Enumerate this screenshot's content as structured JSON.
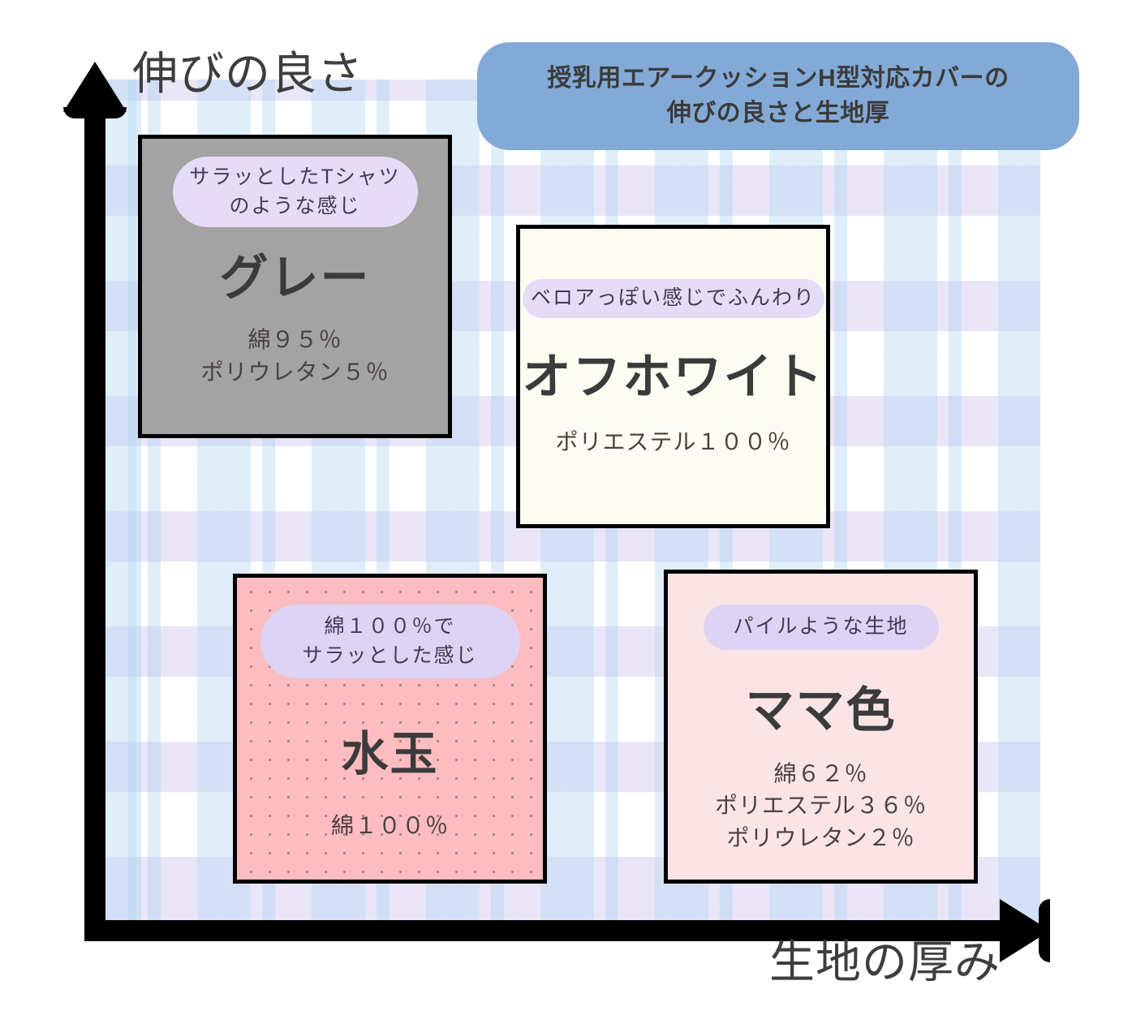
{
  "title_banner": {
    "text": "授乳用エアークッションH型対応カバーの\n伸びの良さと生地厚",
    "bg_color": "#83aad7",
    "text_color": "#3b3b3b"
  },
  "axes": {
    "y_label": "伸びの良さ",
    "x_label": "生地の厚み",
    "color": "#000000",
    "label_color": "#3e3e3e"
  },
  "chart_data": {
    "type": "scatter",
    "title": "授乳用エアークッションH型対応カバーの伸びの良さと生地厚",
    "xlabel": "生地の厚み",
    "ylabel": "伸びの良さ",
    "grid": false,
    "legend": "none",
    "items": [
      {
        "name": "グレー",
        "pill": "サラッとしたTシャツ\nのような感じ",
        "composition": "綿９５％\nポリウレタン５％",
        "swatch_color": "#a3a3a3",
        "pattern": "none",
        "x_position": "low",
        "y_position": "high"
      },
      {
        "name": "オフホワイト",
        "pill": "ベロアっぽい感じでふんわり",
        "composition": "ポリエステル１００％",
        "swatch_color": "#fdfcf2",
        "pattern": "none",
        "x_position": "mid-high",
        "y_position": "mid-high"
      },
      {
        "name": "水玉",
        "pill": "綿１００％で\nサラッとした感じ",
        "composition": "綿１００％",
        "swatch_color": "#fcbcc0",
        "pattern": "polka-dots",
        "x_position": "low-mid",
        "y_position": "low"
      },
      {
        "name": "ママ色",
        "pill": "パイルような生地",
        "composition": "綿６２％\nポリエステル３６％\nポリウレタン２％",
        "swatch_color": "#fbe4e6",
        "pattern": "none",
        "x_position": "high",
        "y_position": "low"
      }
    ]
  },
  "background": {
    "pattern": "plaid-check",
    "lavender": "#e8e3f5",
    "light_blue": "#e2f2fb",
    "base": "#ffffff"
  }
}
